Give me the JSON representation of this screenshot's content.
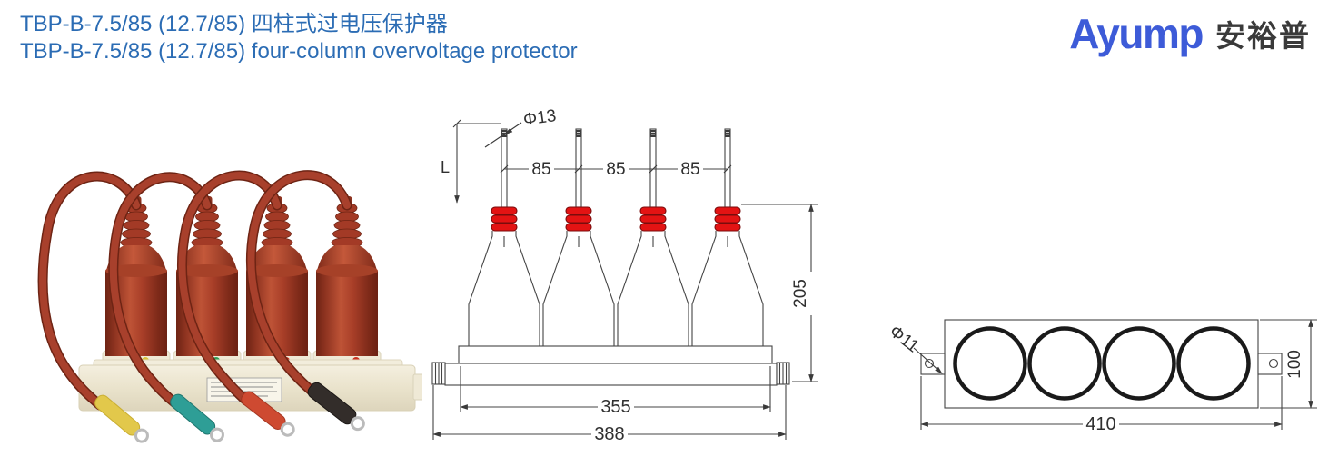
{
  "header": {
    "title_zh": "TBP-B-7.5/85 (12.7/85) 四柱式过电压保护器",
    "title_en": "TBP-B-7.5/85 (12.7/85) four-column overvoltage protector",
    "title_color": "#2B6CB4"
  },
  "logo": {
    "latin": "Ayump",
    "cjk": "安裕普",
    "latin_color": "#3D5BD8",
    "cjk_color": "#3A3A3A"
  },
  "front_view": {
    "label_stud_diameter": "Φ13",
    "label_stud_length": "L",
    "spacing_labels": [
      "85",
      "85",
      "85"
    ],
    "label_height": "205",
    "label_inner_width": "355",
    "label_outer_width": "388",
    "band_color": "#E31313",
    "line_color": "#444444"
  },
  "top_view": {
    "label_hole_diameter": "Φ11",
    "label_depth": "100",
    "label_width": "410",
    "line_color": "#444444"
  },
  "photo": {
    "insulator_color": "#A33A26",
    "base_color": "#EFE9D6",
    "cable_color": "#A8402C",
    "terminal_colors": [
      "#E2C84B",
      "#2E9E96",
      "#CE4A31",
      "#332D2A"
    ]
  }
}
